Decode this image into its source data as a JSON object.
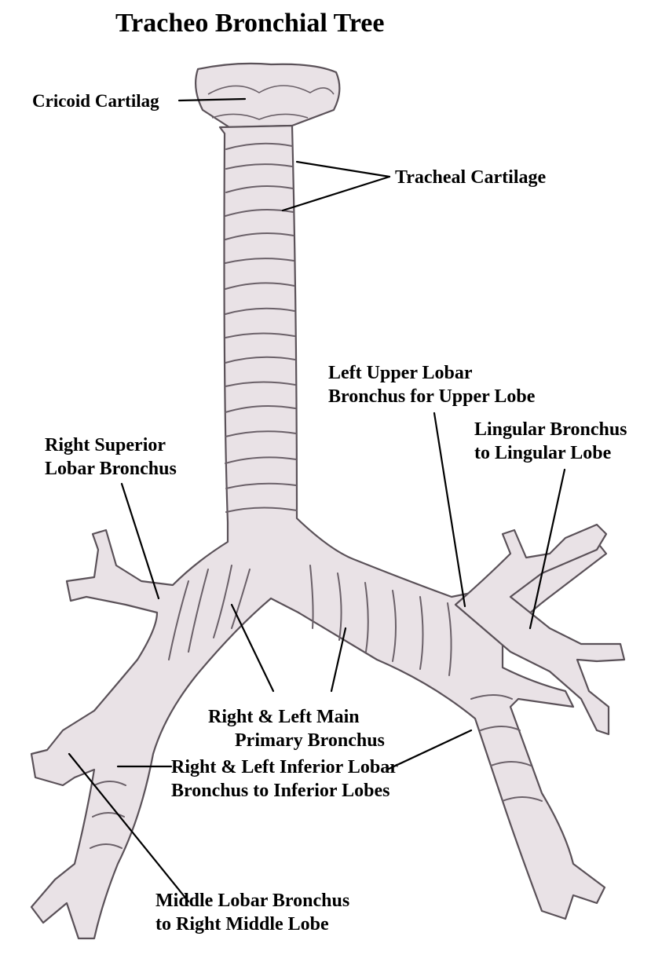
{
  "title": "Tracheo Bronchial Tree",
  "labels": {
    "cricoid": "Cricoid Cartilag",
    "tracheal": "Tracheal Cartilage",
    "left_upper": [
      "Left Upper Lobar",
      "Bronchus for Upper Lobe"
    ],
    "lingular": [
      "Lingular Bronchus",
      "to Lingular Lobe"
    ],
    "right_superior": [
      "Right Superior",
      "Lobar Bronchus"
    ],
    "main_primary": [
      "Right & Left Main",
      "Primary Bronchus"
    ],
    "inferior": [
      "Right & Left Inferior Lobar",
      "Bronchus to Inferior Lobes"
    ],
    "middle": [
      "Middle Lobar Bronchus",
      "to Right Middle Lobe"
    ]
  },
  "colors": {
    "tissue_fill": "#e9e2e6",
    "tissue_shade": "#d4cad0",
    "pencil": "#5a5158",
    "ink": "#000000"
  }
}
